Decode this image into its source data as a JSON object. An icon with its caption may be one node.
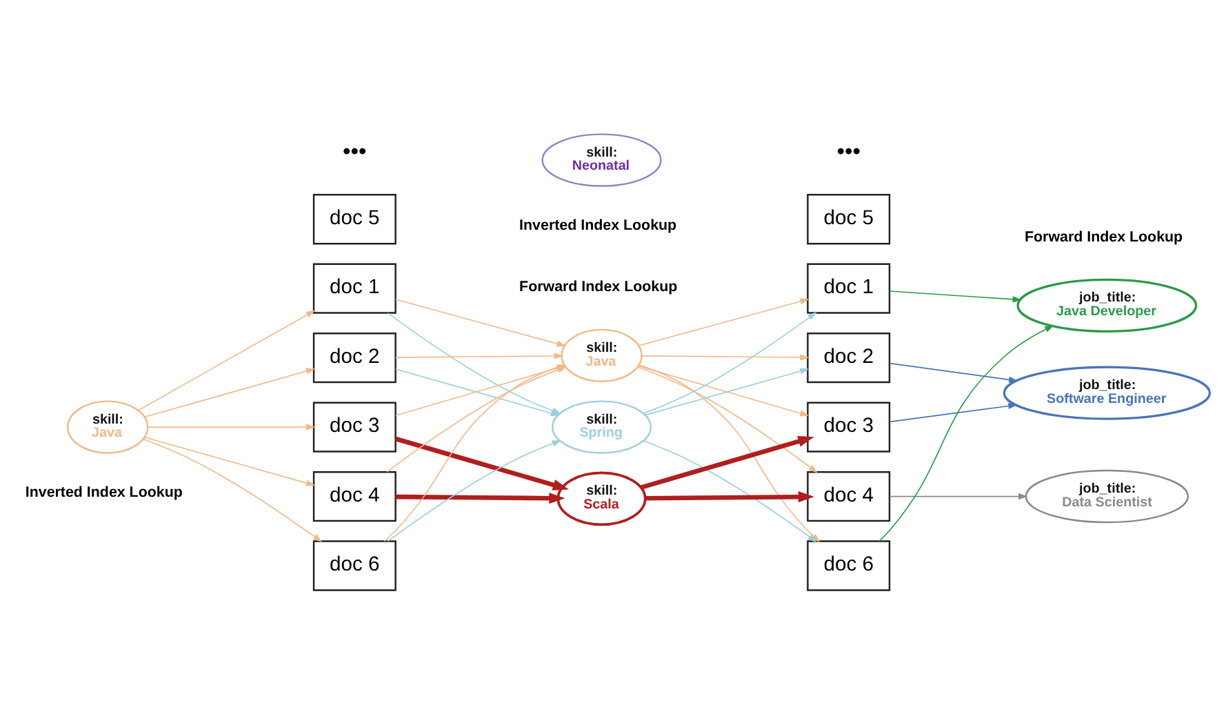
{
  "diagram": {
    "nodes": [
      {
        "text": [
          "skill:",
          "Java"
        ]
      },
      {
        "text": [
          "doc 1"
        ]
      },
      {
        "text": [
          "doc 2"
        ]
      },
      {
        "text": [
          "doc 3"
        ]
      },
      {
        "text": [
          "doc 4"
        ]
      },
      {
        "text": [
          "doc 5"
        ]
      },
      {
        "text": [
          "doc 6"
        ]
      },
      {
        "text": [
          "skill:",
          "Java"
        ]
      },
      {
        "text": [
          "skill:",
          "Neonatal"
        ]
      },
      {
        "text": [
          "skill:",
          "Spring"
        ]
      },
      {
        "text": [
          "skill:",
          "Scala"
        ]
      },
      {
        "text": [
          "doc 1"
        ]
      },
      {
        "text": [
          "doc 2"
        ]
      },
      {
        "text": [
          "doc 3"
        ]
      },
      {
        "text": [
          "doc 4"
        ]
      },
      {
        "text": [
          "doc 5"
        ]
      },
      {
        "text": [
          "doc 6"
        ]
      },
      {
        "text": [
          "job_title:",
          "Software Engineer"
        ]
      },
      {
        "text": [
          "job_title:",
          "Data Scientist"
        ]
      },
      {
        "text": [
          "job_title:",
          "Java Developer"
        ]
      }
    ],
    "edges": [
      {
        "from": 0,
        "to": 1,
        "arrow": "to"
      },
      {
        "from": 0,
        "to": 2,
        "arrow": "to"
      },
      {
        "from": 0,
        "to": 3,
        "arrow": "to"
      },
      {
        "from": 0,
        "to": 4,
        "arrow": "to"
      },
      {
        "from": 0,
        "to": 6,
        "arrow": "to"
      },
      {
        "from": 1,
        "to": 7,
        "arrow": "to"
      },
      {
        "from": 2,
        "to": 7,
        "arrow": "to"
      },
      {
        "from": 3,
        "to": 7,
        "arrow": "to"
      },
      {
        "from": 4,
        "to": 7,
        "arrow": "to"
      },
      {
        "from": 6,
        "to": 7,
        "arrow": "to"
      },
      {
        "from": 1,
        "to": 9,
        "arrow": "to",
        "color": "#9dcfdd"
      },
      {
        "from": 2,
        "to": 9,
        "arrow": "to",
        "color": "#9dcfdd"
      },
      {
        "from": 6,
        "to": 9,
        "arrow": "to",
        "color": "#9dcfdd"
      },
      {
        "from": 3,
        "to": 10,
        "arrow": "to",
        "style": "thick",
        "color": "#b01e1e"
      },
      {
        "from": 4,
        "to": 10,
        "arrow": "to",
        "style": "thick",
        "color": "#b01e1e"
      },
      {
        "from": 7,
        "to": 11,
        "arrow": "to"
      },
      {
        "from": 7,
        "to": 12,
        "arrow": "to"
      },
      {
        "from": 7,
        "to": 13,
        "arrow": "to"
      },
      {
        "from": 7,
        "to": 14,
        "arrow": "to"
      },
      {
        "from": 7,
        "to": 16,
        "arrow": "to"
      },
      {
        "from": 9,
        "to": 11,
        "arrow": "to",
        "color": "#9dcfdd"
      },
      {
        "from": 9,
        "to": 12,
        "arrow": "to",
        "color": "#9dcfdd"
      },
      {
        "from": 9,
        "to": 16,
        "arrow": "to",
        "color": "#9dcfdd"
      },
      {
        "from": 10,
        "to": 13,
        "arrow": "to",
        "style": "thick",
        "color": "#b01e1e"
      },
      {
        "from": 10,
        "to": 14,
        "arrow": "to",
        "style": "thick",
        "color": "#b01e1e"
      },
      {
        "from": 12,
        "to": 17,
        "arrow": "to",
        "color": "#4a74b8"
      },
      {
        "from": 13,
        "to": 17,
        "arrow": "to",
        "color": "#4a74b8"
      },
      {
        "from": 14,
        "to": 18,
        "arrow": "to",
        "color": "#8a8a8a"
      },
      {
        "from": 11,
        "to": 19,
        "arrow": "to",
        "color": "#2a9a48"
      },
      {
        "from": 16,
        "to": 19,
        "arrow": "to",
        "color": "#2a9a48"
      }
    ],
    "labels": [
      "Inverted Index Lookup",
      "Forward Index Lookup",
      "Inverted Index Lookup",
      "Forward Index Lookup",
      "•••",
      "•••"
    ]
  }
}
